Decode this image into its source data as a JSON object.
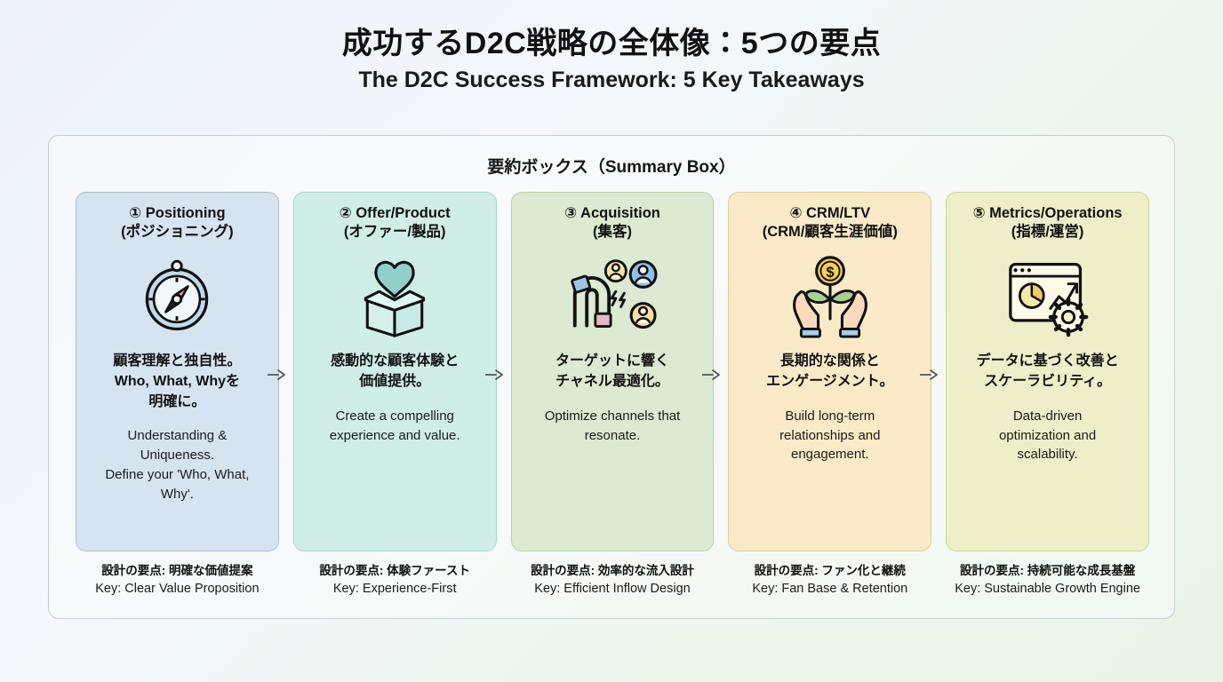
{
  "title": {
    "ja": "成功するD2C戦略の全体像：5つの要点",
    "en": "The D2C Success Framework: 5 Key Takeaways"
  },
  "summary_box": {
    "label": "要約ボックス（Summary Box）"
  },
  "colors": {
    "card1_bg": "#d6e4f2",
    "card2_bg": "#cfeee7",
    "card3_bg": "#dbead0",
    "card4_bg": "#fbeac7",
    "card5_bg": "#eeeec8",
    "box_border": "#c7cdd4",
    "text": "#111111"
  },
  "cards": [
    {
      "number": "①",
      "title": "① Positioning\n(ポジショニング)",
      "icon": "compass-icon",
      "body_ja": "顧客理解と独自性。\nWho, What, Whyを\n明確に。",
      "body_en": "Understanding &\nUniqueness.\nDefine your 'Who, What,\nWhy'.",
      "footer_ja": "設計の要点: 明確な価値提案",
      "footer_en": "Key: Clear Value Proposition"
    },
    {
      "number": "②",
      "title": "② Offer/Product\n(オファー/製品)",
      "icon": "gift-box-heart-icon",
      "body_ja": "感動的な顧客体験と\n価値提供。",
      "body_en": "Create a compelling\nexperience and value.",
      "footer_ja": "設計の要点: 体験ファースト",
      "footer_en": "Key: Experience-First"
    },
    {
      "number": "③",
      "title": "③ Acquisition\n(集客)",
      "icon": "magnet-customers-icon",
      "body_ja": "ターゲットに響く\nチャネル最適化。",
      "body_en": "Optimize channels that\nresonate.",
      "footer_ja": "設計の要点: 効率的な流入設計",
      "footer_en": "Key: Efficient Inflow Design"
    },
    {
      "number": "④",
      "title": "④ CRM/LTV\n(CRM/顧客生涯価値)",
      "icon": "hands-growth-coin-icon",
      "body_ja": "長期的な関係と\nエンゲージメント。",
      "body_en": "Build long-term\nrelationships and\nengagement.",
      "footer_ja": "設計の要点: ファン化と継続",
      "footer_en": "Key: Fan Base & Retention"
    },
    {
      "number": "⑤",
      "title": "⑤ Metrics/Operations\n(指標/運営)",
      "icon": "dashboard-gear-icon",
      "body_ja": "データに基づく改善と\nスケーラビリティ。",
      "body_en": "Data-driven\noptimization and\nscalability.",
      "footer_ja": "設計の要点: 持続可能な成長基盤",
      "footer_en": "Key: Sustainable Growth Engine"
    }
  ]
}
